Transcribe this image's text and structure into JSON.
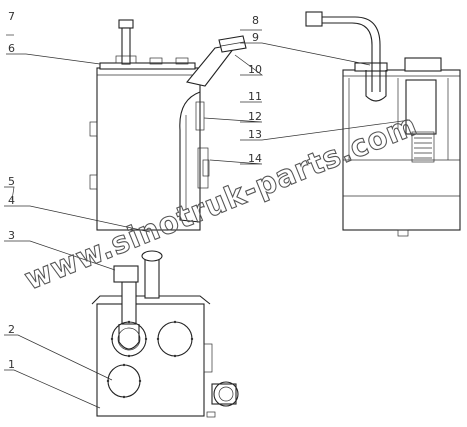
{
  "callouts": [
    {
      "id": "c1",
      "label": "1"
    },
    {
      "id": "c2",
      "label": "2"
    },
    {
      "id": "c3",
      "label": "3"
    },
    {
      "id": "c4",
      "label": "4"
    },
    {
      "id": "c5",
      "label": "5"
    },
    {
      "id": "c6",
      "label": "6"
    },
    {
      "id": "c7",
      "label": "7"
    },
    {
      "id": "c8",
      "label": "8"
    },
    {
      "id": "c9",
      "label": "9"
    },
    {
      "id": "c10",
      "label": "10"
    },
    {
      "id": "c11",
      "label": "11"
    },
    {
      "id": "c12",
      "label": "12"
    },
    {
      "id": "c13",
      "label": "13"
    },
    {
      "id": "c14",
      "label": "14"
    }
  ],
  "watermark": "www.sinotruk-parts.com"
}
